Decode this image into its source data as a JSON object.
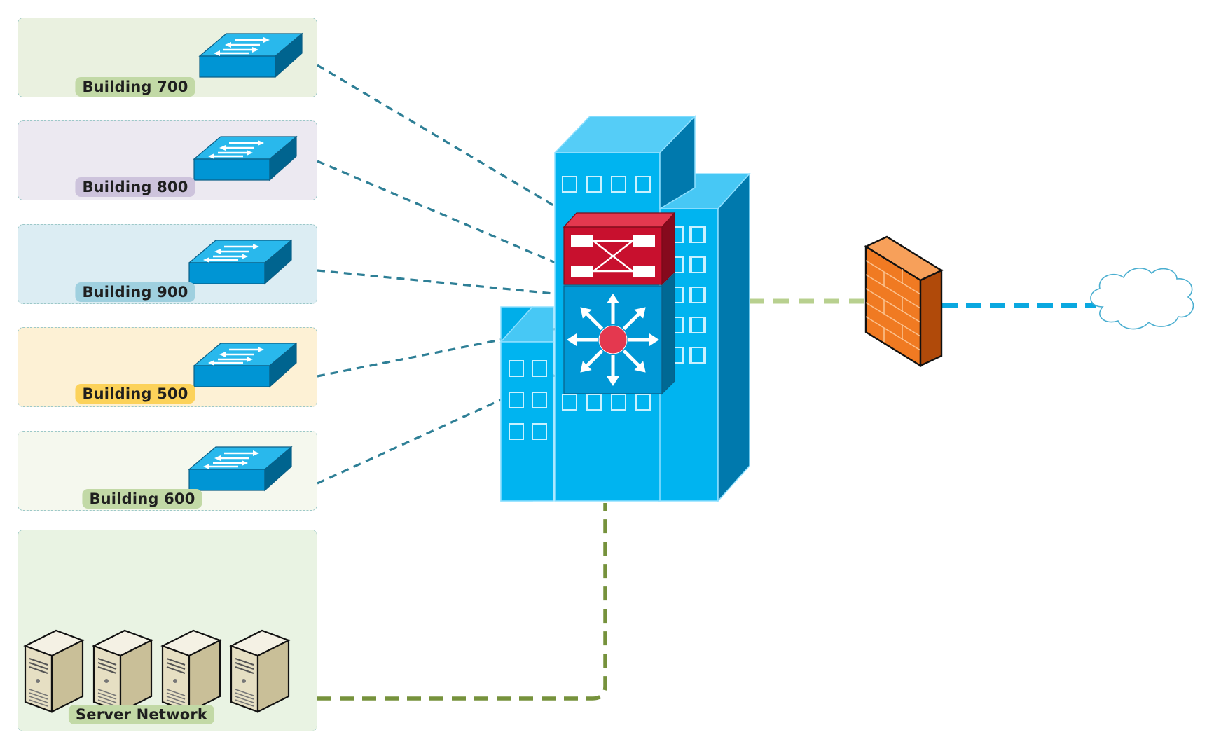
{
  "colors": {
    "switch_blue": "#00a6e0",
    "building_blue": "#00b4f0",
    "core_red": "#c8102e",
    "firewall_orange": "#f07820",
    "link_teal": "#2e7f96",
    "uplink_green": "#b8d08f",
    "server_link_green": "#76923c",
    "wan_blue": "#0aa8e0"
  },
  "groups": [
    {
      "name": "group-building-700",
      "label": "Building 700",
      "panel_color": "#eaf1e0",
      "label_color": "#c2d9a6",
      "icon": "switch-icon"
    },
    {
      "name": "group-building-800",
      "label": "Building 800",
      "panel_color": "#ece9f1",
      "label_color": "#cdc3dc",
      "icon": "switch-icon"
    },
    {
      "name": "group-building-900",
      "label": "Building 900",
      "panel_color": "#dcedf3",
      "label_color": "#9fd0df",
      "icon": "switch-icon"
    },
    {
      "name": "group-building-500",
      "label": "Building 500",
      "panel_color": "#fdf1d5",
      "label_color": "#fcd25a",
      "icon": "switch-icon"
    },
    {
      "name": "group-building-600",
      "label": "Building 600",
      "panel_color": "#f5f8ee",
      "label_color": "#c2d9a6",
      "icon": "switch-icon"
    },
    {
      "name": "group-server-network",
      "label": "Server Network",
      "panel_color": "#e9f3e3",
      "label_color": "#c2d9a6",
      "icon": "server-icon"
    }
  ],
  "core": {
    "building_icon": "office-building-icon",
    "router_icon": "router-icon",
    "layer3_switch_icon": "layer3-switch-icon"
  },
  "firewall": {
    "icon": "firewall-icon"
  },
  "internet": {
    "icon": "cloud-icon"
  }
}
